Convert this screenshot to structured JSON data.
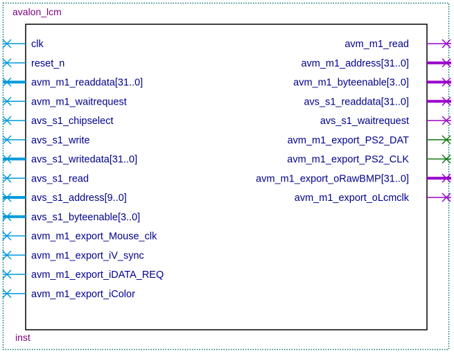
{
  "block": {
    "name": "avalon_lcm",
    "instance": "inst"
  },
  "inputs": [
    {
      "label": "clk",
      "bus": false
    },
    {
      "label": "reset_n",
      "bus": false
    },
    {
      "label": "avm_m1_readdata[31..0]",
      "bus": true
    },
    {
      "label": "avm_m1_waitrequest",
      "bus": false
    },
    {
      "label": "avs_s1_chipselect",
      "bus": false
    },
    {
      "label": "avs_s1_write",
      "bus": false
    },
    {
      "label": "avs_s1_writedata[31..0]",
      "bus": true
    },
    {
      "label": "avs_s1_read",
      "bus": false
    },
    {
      "label": "avs_s1_address[9..0]",
      "bus": true
    },
    {
      "label": "avs_s1_byteenable[3..0]",
      "bus": true
    },
    {
      "label": "avm_m1_export_Mouse_clk",
      "bus": false
    },
    {
      "label": "avm_m1_export_iV_sync",
      "bus": false
    },
    {
      "label": "avm_m1_export_iDATA_REQ",
      "bus": false
    },
    {
      "label": "avm_m1_export_iColor",
      "bus": false
    }
  ],
  "outputs": [
    {
      "label": "avm_m1_read",
      "bus": false,
      "type": "output"
    },
    {
      "label": "avm_m1_address[31..0]",
      "bus": true,
      "type": "output"
    },
    {
      "label": "avm_m1_byteenable[3..0]",
      "bus": true,
      "type": "output"
    },
    {
      "label": "avs_s1_readdata[31..0]",
      "bus": true,
      "type": "output"
    },
    {
      "label": "avs_s1_waitrequest",
      "bus": false,
      "type": "output"
    },
    {
      "label": "avm_m1_export_PS2_DAT",
      "bus": false,
      "type": "bidir"
    },
    {
      "label": "avm_m1_export_PS2_CLK",
      "bus": false,
      "type": "bidir"
    },
    {
      "label": "avm_m1_export_oRawBMP[31..0]",
      "bus": true,
      "type": "output"
    },
    {
      "label": "avm_m1_export_oLcmclk",
      "bus": false,
      "type": "output"
    }
  ],
  "colors": {
    "input_pin": "#0099dd",
    "output_pin": "#9900cc",
    "bidir_pin": "#117711",
    "label": "#00008b",
    "title": "#800080",
    "border_dotted": "#007777",
    "body": "#000000"
  }
}
